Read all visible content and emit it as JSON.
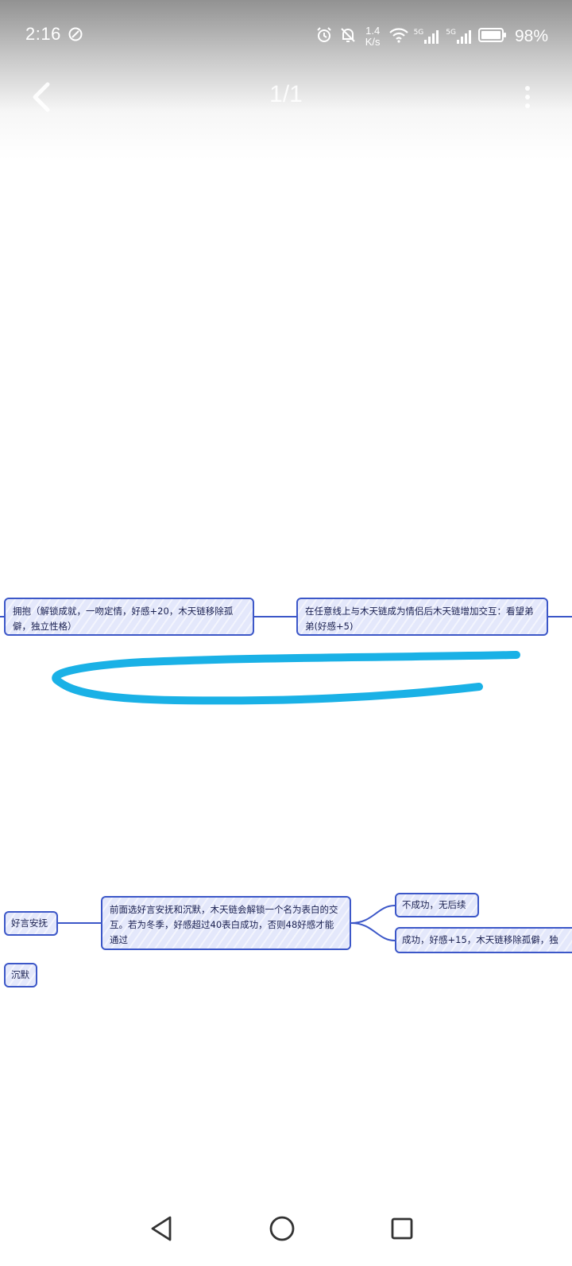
{
  "status_bar": {
    "time": "2:16",
    "net_speed_value": "1.4",
    "net_speed_unit": "K/s",
    "signal_label_1": "5G",
    "signal_label_2": "5G",
    "battery": "98%",
    "icons": [
      "data-saver-icon",
      "alarm-icon",
      "mute-icon",
      "wifi-icon",
      "signal-icon",
      "battery-icon"
    ]
  },
  "app_bar": {
    "page_counter": "1/1",
    "icons": [
      "back-arrow-icon",
      "more-vertical-icon"
    ]
  },
  "mindmap": {
    "nodes": [
      {
        "id": "hug",
        "text": "拥抱（解锁成就，一吻定情，好感+20，木天链移除孤僻，独立性格）"
      },
      {
        "id": "couple",
        "text": "在任意线上与木天链成为情侣后木天链增加交互：看望弟弟(好感+5)"
      },
      {
        "id": "comfort",
        "text": "好言安抚"
      },
      {
        "id": "silence",
        "text": "沉默"
      },
      {
        "id": "confess",
        "text": "前面选好言安抚和沉默，木天链会解锁一个名为表白的交互。若为冬季，好感超过40表白成功，否则48好感才能通过"
      },
      {
        "id": "fail",
        "text": "不成功，无后续"
      },
      {
        "id": "success",
        "text": "成功，好感+15，木天链移除孤僻，独"
      }
    ],
    "colors": {
      "node_border": "#3c57c8",
      "node_fill": "#e4e8fb",
      "connector": "#3c57c8",
      "annotation_stroke": "#1ab1e6"
    }
  },
  "nav_bar": {
    "icons": [
      "back-triangle-icon",
      "home-circle-icon",
      "recents-square-icon"
    ]
  }
}
